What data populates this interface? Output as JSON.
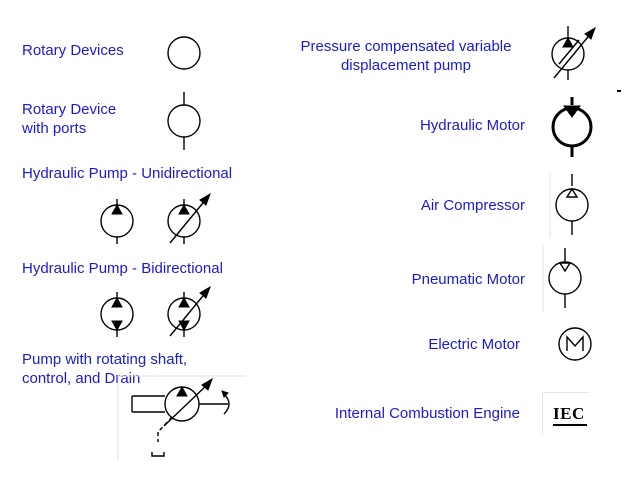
{
  "left": {
    "rotary_devices": "Rotary Devices",
    "rotary_device_ports_line1": "Rotary Device",
    "rotary_device_ports_line2": "with ports",
    "pump_unidirectional": "Hydraulic Pump - Unidirectional",
    "pump_bidirectional": "Hydraulic Pump - Bidirectional",
    "pump_shaft_line1": "Pump with rotating shaft,",
    "pump_shaft_line2": "control, and Drain"
  },
  "right": {
    "pressure_comp_line1": "Pressure compensated variable",
    "pressure_comp_line2": "displacement pump",
    "hydraulic_motor": "Hydraulic Motor",
    "air_compressor": "Air Compressor",
    "pneumatic_motor": "Pneumatic Motor",
    "electric_motor": "Electric Motor",
    "ic_engine": "Internal Combustion Engine",
    "iec_mark": "IEC"
  },
  "colors": {
    "label": "#1a1ad6",
    "symbol": "#000000"
  }
}
